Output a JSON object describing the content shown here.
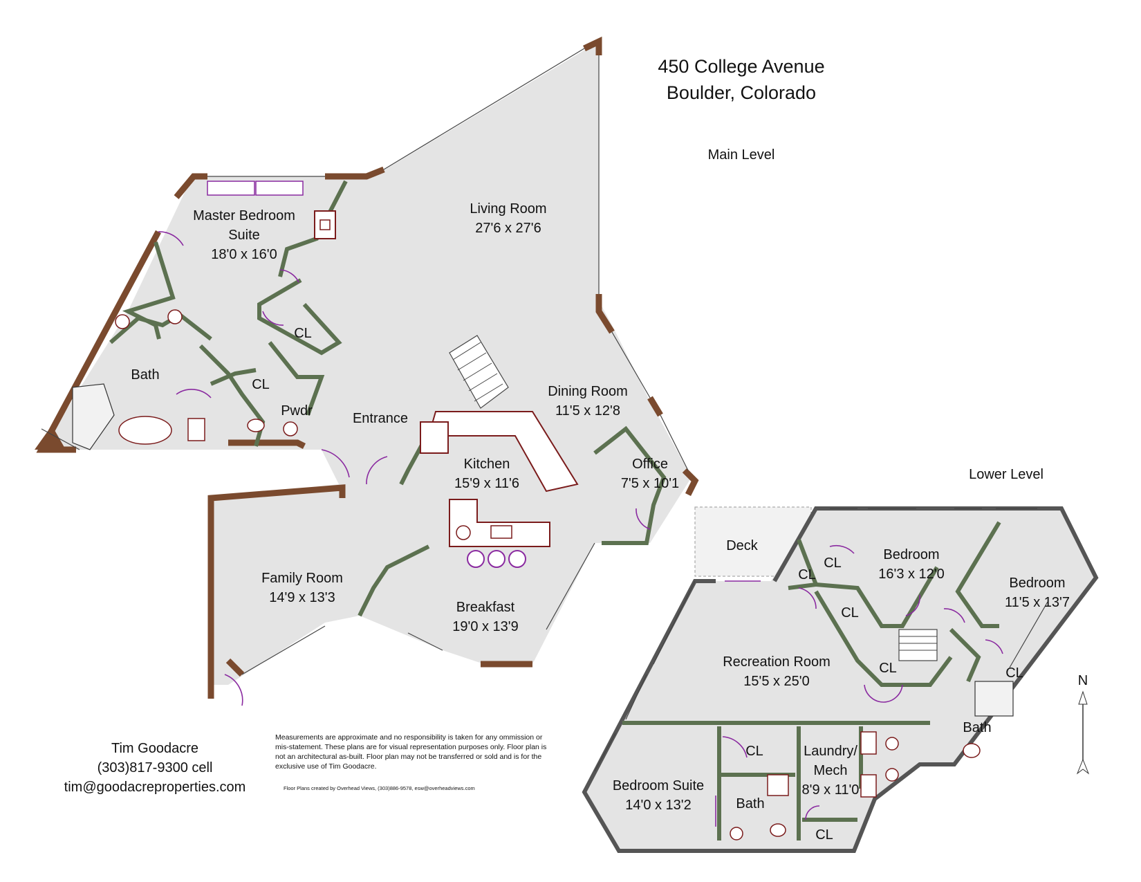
{
  "title": {
    "address_line1": "450 College Avenue",
    "address_line2": "Boulder, Colorado"
  },
  "levels": {
    "main": "Main Level",
    "lower": "Lower Level"
  },
  "main_rooms": {
    "master_name1": "Master Bedroom",
    "master_name2": "Suite",
    "master_size": "18'0 x 16'0",
    "living_name": "Living Room",
    "living_size": "27'6 x 27'6",
    "cl_master": "CL",
    "cl_master2": "CL",
    "bath": "Bath",
    "pwdr": "Pwdr",
    "entrance": "Entrance",
    "dining_name": "Dining Room",
    "dining_size": "11'5 x 12'8",
    "kitchen_name": "Kitchen",
    "kitchen_size": "15'9 x 11'6",
    "office_name": "Office",
    "office_size": "7'5 x 10'1",
    "family_name": "Family Room",
    "family_size": "14'9 x 13'3",
    "breakfast_name": "Breakfast",
    "breakfast_size": "19'0 x 13'9"
  },
  "lower_rooms": {
    "deck": "Deck",
    "cl1": "CL",
    "cl2": "CL",
    "bedroom1_name": "Bedroom",
    "bedroom1_size": "16'3 x 12'0",
    "bedroom2_name": "Bedroom",
    "bedroom2_size": "11'5 x 13'7",
    "cl3": "CL",
    "rec_name": "Recreation Room",
    "rec_size": "15'5 x 25'0",
    "cl4": "CL",
    "cl5": "CL",
    "bath1": "Bath",
    "cl6": "CL",
    "laundry1": "Laundry/",
    "laundry2": "Mech",
    "laundry_size": "8'9 x 11'0",
    "suite_name": "Bedroom Suite",
    "suite_size": "14'0 x 13'2",
    "bath2": "Bath",
    "cl7": "CL"
  },
  "contact": {
    "name": "Tim Goodacre",
    "phone": "(303)817-9300 cell",
    "email": "tim@goodacreproperties.com"
  },
  "disclaimer": {
    "line1": "Measurements are approximate and no responsibility is taken for any ommission or",
    "line2": "mis-statement.  These plans are for visual representation purposes only. Floor plan is",
    "line3": "not an architectural as-built.  Floor plan may not be transferred or sold and is for the",
    "line4": "exclusive use of Tim Goodacre."
  },
  "credit": "Floor Plans created by Overhead Views, (303)886-9578, esw@overheadviews.com",
  "compass": "N",
  "colors": {
    "exterior_wall": "#7a4a2e",
    "interior_wall": "#5c7150",
    "door": "#8a2aa0",
    "fixture": "#7a1b1b",
    "floor": "#e4e4e4"
  }
}
